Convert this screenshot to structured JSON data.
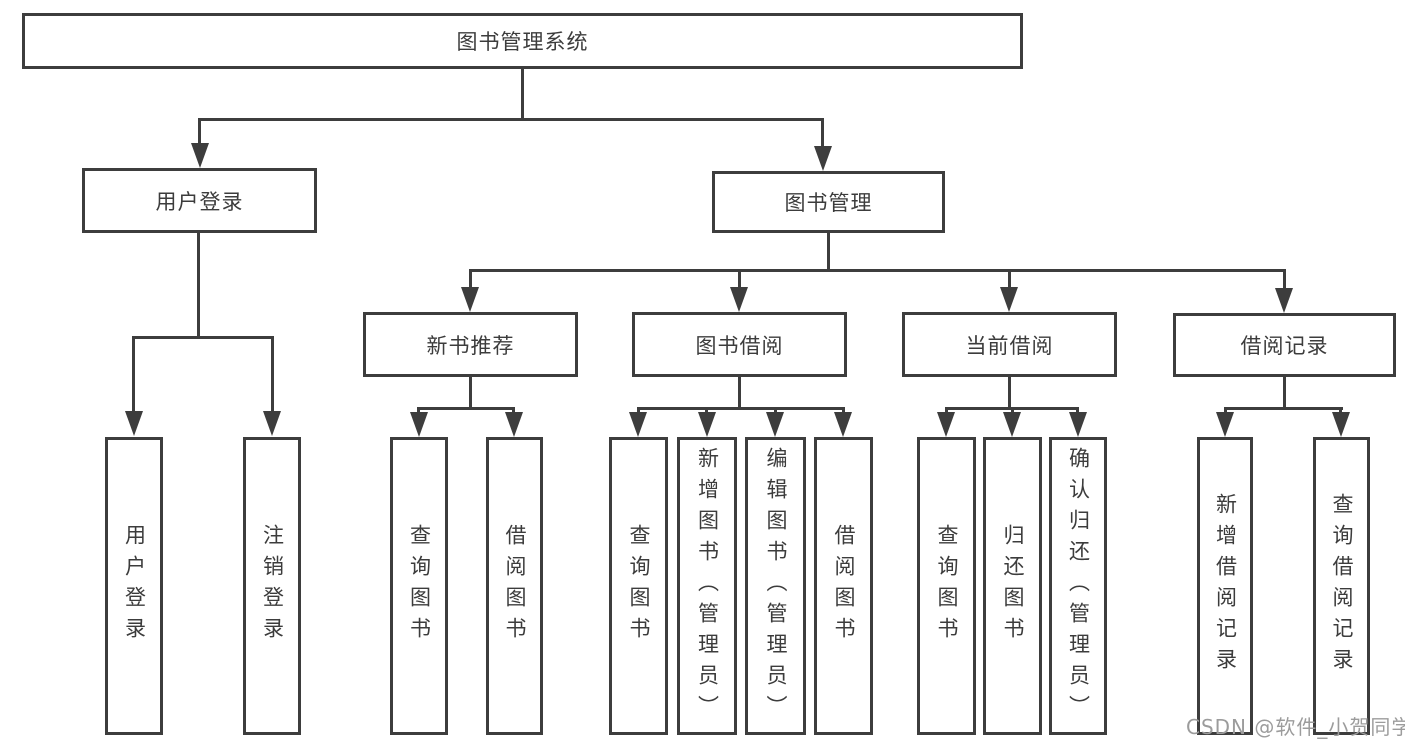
{
  "diagram": {
    "root": "图书管理系统",
    "branches": {
      "user": {
        "label": "用户登录",
        "leaves": [
          "用户登录",
          "注销登录"
        ]
      },
      "mgmt": {
        "label": "图书管理",
        "groups": [
          {
            "label": "新书推荐",
            "leaves": [
              "查询图书",
              "借阅图书"
            ]
          },
          {
            "label": "图书借阅",
            "leaves": [
              "查询图书",
              "新增图书（管理员）",
              "编辑图书（管理员）",
              "借阅图书"
            ]
          },
          {
            "label": "当前借阅",
            "leaves": [
              "查询图书",
              "归还图书",
              "确认归还（管理员）"
            ]
          },
          {
            "label": "借阅记录",
            "leaves": [
              "新增借阅记录",
              "查询借阅记录"
            ]
          }
        ]
      }
    }
  },
  "watermark": "CSDN @软件_小贺同学",
  "colors": {
    "line": "#3d3d3d",
    "text": "#3c3c3c",
    "watermark_gray": "#9c9c9c",
    "background": "#ffffff"
  }
}
